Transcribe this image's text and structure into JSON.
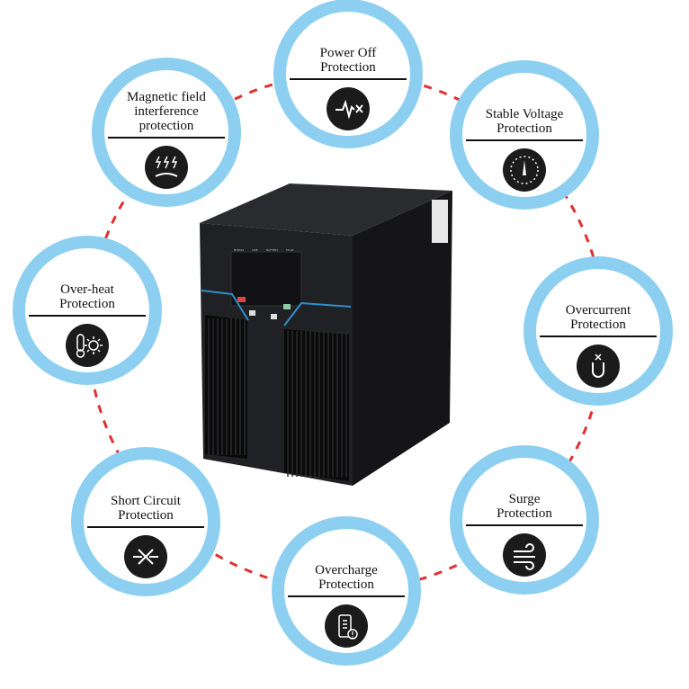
{
  "features": [
    {
      "id": "power-off",
      "title": [
        "Power Off",
        "Protection"
      ],
      "icon": "heartbeat-x-icon"
    },
    {
      "id": "magnetic",
      "title": [
        "Magnetic field",
        "interference",
        "protection"
      ],
      "icon": "lightning-field-icon"
    },
    {
      "id": "stable-voltage",
      "title": [
        "Stable Voltage",
        "Protection"
      ],
      "icon": "gauge-icon"
    },
    {
      "id": "over-heat",
      "title": [
        "Over-heat",
        "Protection"
      ],
      "icon": "thermometer-sun-icon"
    },
    {
      "id": "overcurrent",
      "title": [
        "Overcurrent",
        "Protection"
      ],
      "icon": "magnet-x-icon"
    },
    {
      "id": "short-circuit",
      "title": [
        "Short Circuit",
        "Protection"
      ],
      "icon": "crossed-wire-icon"
    },
    {
      "id": "surge",
      "title": [
        "Surge",
        "Protection"
      ],
      "icon": "wave-wind-icon"
    },
    {
      "id": "overcharge",
      "title": [
        "Overcharge",
        "Protection"
      ],
      "icon": "battery-alert-icon"
    }
  ],
  "product": {
    "panel_labels": [
      "BYPASS",
      "LINE",
      "BATTERY",
      "FAULT"
    ]
  },
  "colors": {
    "ring": "#8dcff0",
    "dashed_circle": "#e03030",
    "icon_bg": "#1b1b1b",
    "ups_body": "#1e1f21",
    "accent_line": "#2d8fd0"
  }
}
